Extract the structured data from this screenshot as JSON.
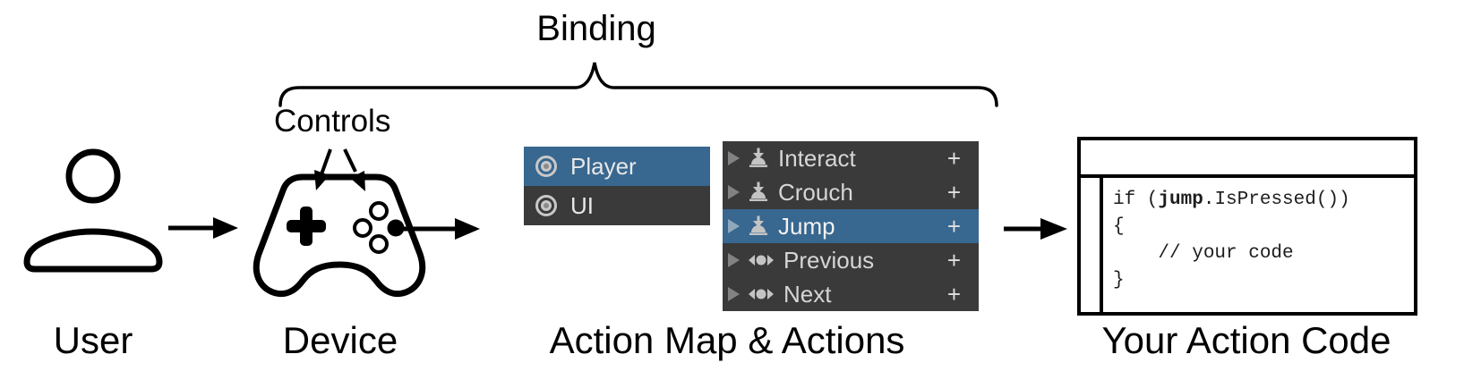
{
  "title": "Binding",
  "labels": {
    "controls": "Controls",
    "user": "User",
    "device": "Device",
    "action_map": "Action Map & Actions",
    "action_code": "Your Action Code"
  },
  "colors": {
    "selection_blue": "#38678F",
    "panel_dark": "#3A3A3A",
    "row_text": "#D6D6D6",
    "icon_gray": "#C4C4C4",
    "label_text": "#000000"
  },
  "icons": {
    "map_row": "record-ring-icon",
    "button_rows": "button-press-icon",
    "axis_rows": "axis-left-right-icon",
    "foldout": "foldout-triangle-icon",
    "person": "user-person-icon",
    "gamepad": "gamepad-icon",
    "brace": "binding-brace"
  },
  "map_panel": {
    "rows": [
      {
        "label": "Player",
        "selected": true
      },
      {
        "label": "UI",
        "selected": false
      }
    ]
  },
  "actions_panel": {
    "add_label": "+",
    "rows": [
      {
        "label": "Interact",
        "icon": "button-press-icon",
        "selected": false
      },
      {
        "label": "Crouch",
        "icon": "button-press-icon",
        "selected": false
      },
      {
        "label": "Jump",
        "icon": "button-press-icon",
        "selected": true
      },
      {
        "label": "Previous",
        "icon": "axis-left-right-icon",
        "selected": false
      },
      {
        "label": "Next",
        "icon": "axis-left-right-icon",
        "selected": false
      }
    ]
  },
  "code": {
    "line1_pre": "if (",
    "line1_bold": "jump",
    "line1_post": ".IsPressed())",
    "line2": "{",
    "line3": "    // your code",
    "line4": "}"
  }
}
